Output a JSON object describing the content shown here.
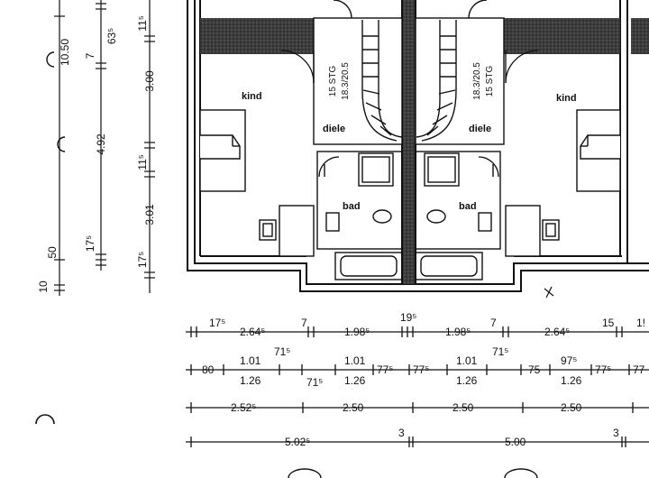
{
  "rooms": {
    "kind_left": "kind",
    "kind_right": "kind",
    "diele_left": "diele",
    "diele_right": "diele",
    "bad_left": "bad",
    "bad_right": "bad"
  },
  "stair_left": {
    "line1": "15 STG",
    "line2": "18.3/20.5"
  },
  "stair_right": {
    "line1": "18.3/20.5",
    "line2": "15 STG"
  },
  "vertical_dims": {
    "axis1": {
      "top": "10.50",
      "bottom_a": "50",
      "bottom_b": "10"
    },
    "axis2": {
      "a": "7",
      "b": "63⁵",
      "c": "4.92",
      "d": "17⁵"
    },
    "axis3": {
      "a": "11⁵",
      "b": "3.00",
      "c": "11⁵",
      "d": "3.01",
      "e": "17⁵"
    }
  },
  "dim_row1": [
    "17⁵",
    "2.64⁵",
    "7",
    "1.98⁵",
    "19⁵",
    "1.98⁵",
    "7",
    "2.64⁵",
    "15",
    "1!"
  ],
  "dim_row2": [
    "80",
    "1.01",
    "1.26",
    "71⁵",
    "71⁵",
    "1.01",
    "1.26",
    "77⁵",
    "77⁵",
    "1.01",
    "1.26",
    "71⁵",
    "75",
    "97⁵",
    "1.26",
    "77⁵",
    "77"
  ],
  "dim_row3": [
    "2.52⁵",
    "2.50",
    "2.50",
    "2.50"
  ],
  "dim_row4": [
    "5.02⁵",
    "3",
    "5.00",
    "3"
  ]
}
